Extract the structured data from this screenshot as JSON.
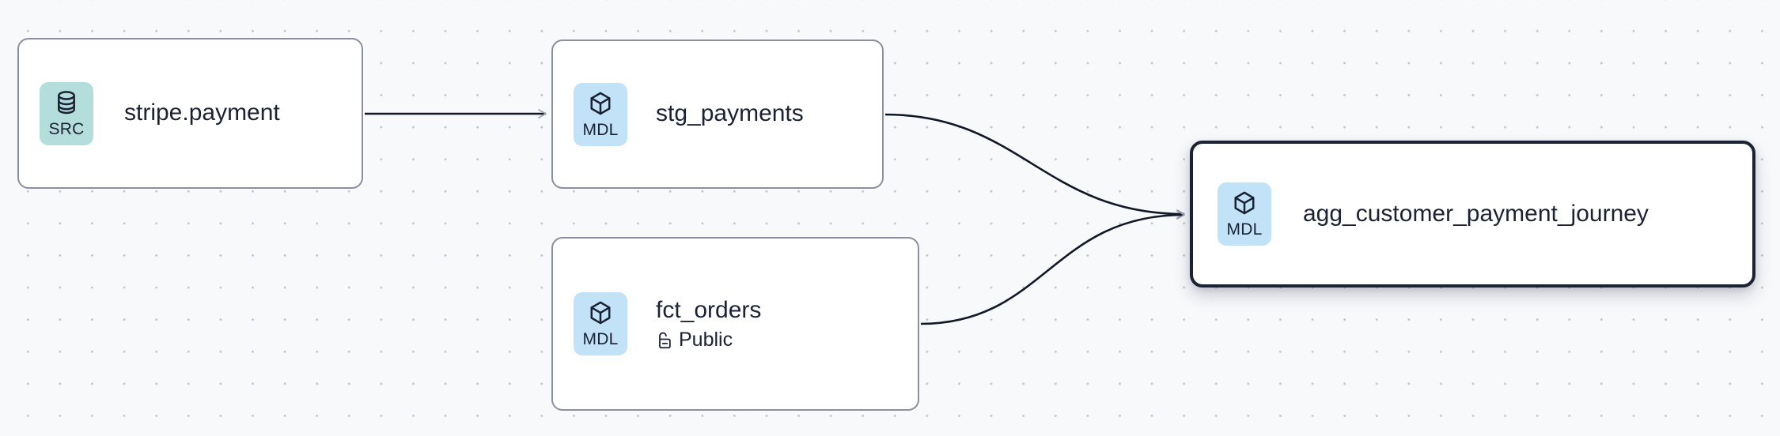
{
  "canvas": {
    "background_color": "#f7f9fb",
    "dot_color": "#c3c7d4",
    "edge_color": "#111827",
    "arrow_color": "#9aa0ae",
    "node_border_color": "#8c8fa0",
    "node_selected_border_color": "#1b2233",
    "node_fill_color": "#ffffff",
    "text_color": "#1b2233",
    "badge_src_color": "#b3dedc",
    "badge_mdl_color": "#c2e2f7"
  },
  "nodes": [
    {
      "id": "stripe-payment",
      "title": "stripe.payment",
      "badge_label": "SRC",
      "badge_kind": "src",
      "badge_icon": "database-icon",
      "selected": false,
      "subtitle": null,
      "subtitle_icon": null
    },
    {
      "id": "stg-payments",
      "title": "stg_payments",
      "badge_label": "MDL",
      "badge_kind": "mdl",
      "badge_icon": "cube-icon",
      "selected": false,
      "subtitle": null,
      "subtitle_icon": null
    },
    {
      "id": "fct-orders",
      "title": "fct_orders",
      "badge_label": "MDL",
      "badge_kind": "mdl",
      "badge_icon": "cube-icon",
      "selected": false,
      "subtitle": "Public",
      "subtitle_icon": "unlock-icon"
    },
    {
      "id": "agg-journey",
      "title": "agg_customer_payment_journey",
      "badge_label": "MDL",
      "badge_kind": "mdl",
      "badge_icon": "cube-icon",
      "selected": true,
      "subtitle": null,
      "subtitle_icon": null
    }
  ],
  "edges": [
    {
      "id": "edge-stripe-to-stg",
      "from": "stripe-payment",
      "to": "stg-payments",
      "arrow": true
    },
    {
      "id": "edge-stg-to-agg",
      "from": "stg-payments",
      "to": "agg-journey",
      "arrow": true
    },
    {
      "id": "edge-fct-to-agg",
      "from": "fct-orders",
      "to": "agg-journey",
      "arrow": true
    }
  ]
}
